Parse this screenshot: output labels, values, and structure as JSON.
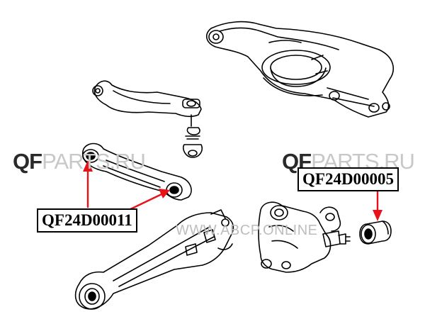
{
  "watermarks": [
    {
      "lead": "QF",
      "rest": "PARTS.RU"
    },
    {
      "lead": "QF",
      "rest": "PARTS.RU"
    }
  ],
  "url_watermark": "WWW.ABCP.ONLINE",
  "callouts": [
    {
      "part_number": "QF24D00011"
    },
    {
      "part_number": "QF24D00005"
    }
  ],
  "colors": {
    "arrow": "#e8121a",
    "line": "#000000",
    "watermark": "#c8c8c8"
  }
}
